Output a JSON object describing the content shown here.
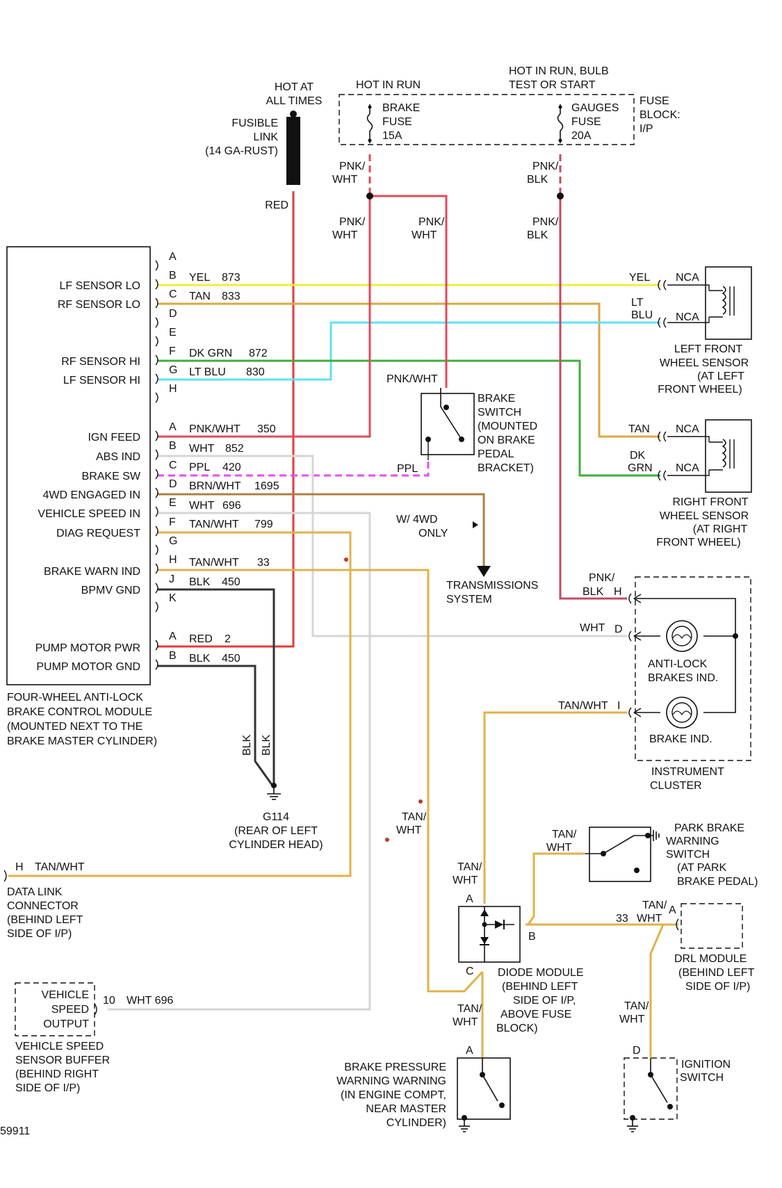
{
  "power": {
    "hot_at_all_times": [
      "HOT AT",
      "ALL TIMES"
    ],
    "fusible_link": [
      "FUSIBLE",
      "LINK",
      "(14 GA-RUST)"
    ],
    "red_label": "RED",
    "hot_in_run": "HOT IN RUN",
    "hot_in_run_bulb": [
      "HOT IN RUN, BULB",
      "TEST OR START"
    ],
    "brake_fuse": [
      "BRAKE",
      "FUSE",
      "15A"
    ],
    "gauges_fuse": [
      "GAUGES",
      "FUSE",
      "20A"
    ],
    "fuse_block": [
      "FUSE",
      "BLOCK:",
      "I/P"
    ],
    "pnk": "PNK/",
    "wht": "WHT",
    "blk": "BLK"
  },
  "ebcm": {
    "caption": [
      "FOUR-WHEEL ANTI-LOCK",
      "BRAKE CONTROL MODULE",
      "(MOUNTED NEXT TO THE",
      "BRAKE MASTER CYLINDER)"
    ],
    "functions": [
      "LF SENSOR LO",
      "RF SENSOR LO",
      "RF SENSOR HI",
      "LF SENSOR HI",
      "IGN FEED",
      "ABS IND",
      "BRAKE SW",
      "4WD ENGAGED IN",
      "VEHICLE SPEED IN",
      "DIAG REQUEST",
      "BRAKE WARN IND",
      "BPMV GND",
      "PUMP MOTOR PWR",
      "PUMP MOTOR GND"
    ],
    "pins": [
      "A",
      "B",
      "C",
      "D",
      "E",
      "F",
      "G",
      "H",
      "A",
      "B",
      "C",
      "D",
      "E",
      "F",
      "G",
      "H",
      "J",
      "K",
      "A",
      "B"
    ],
    "wires": [
      {
        "color": "YEL",
        "circuit": "873",
        "hex": "#f2ee3a"
      },
      {
        "color": "TAN",
        "circuit": "833",
        "hex": "#d9a743"
      },
      {
        "color": "DK GRN",
        "circuit": "872",
        "hex": "#3fae3a"
      },
      {
        "color": "LT BLU",
        "circuit": "830",
        "hex": "#5de2f0"
      },
      {
        "color": "PNK/WHT",
        "circuit": "350",
        "hex": "#e24a5a"
      },
      {
        "color": "WHT",
        "circuit": "852",
        "hex": "#d6d6d6"
      },
      {
        "color": "PPL",
        "circuit": "420",
        "hex": "#e34ef0"
      },
      {
        "color": "BRN/WHT",
        "circuit": "1695",
        "hex": "#b08040"
      },
      {
        "color": "WHT",
        "circuit": "696",
        "hex": "#d6d6d6"
      },
      {
        "color": "TAN/WHT",
        "circuit": "799",
        "hex": "#e0b24a"
      },
      {
        "color": "TAN/WHT",
        "circuit": "33",
        "hex": "#e0b24a"
      },
      {
        "color": "BLK",
        "circuit": "450",
        "hex": "#333333"
      },
      {
        "color": "RED",
        "circuit": "2",
        "hex": "#e53a3a"
      },
      {
        "color": "BLK",
        "circuit": "450",
        "hex": "#333333"
      }
    ]
  },
  "sensors": {
    "left_front": [
      "LEFT FRONT",
      "WHEEL SENSOR",
      "(AT LEFT",
      "FRONT WHEEL)"
    ],
    "right_front": [
      "RIGHT FRONT",
      "WHEEL SENSOR",
      "(AT RIGHT",
      "FRONT WHEEL)"
    ],
    "nca": "NCA",
    "yel": "YEL",
    "lt_blu": [
      "LT",
      "BLU"
    ],
    "tan": "TAN",
    "dk_grn": [
      "DK",
      "GRN"
    ]
  },
  "brake_switch": {
    "label": [
      "BRAKE",
      "SWITCH",
      "(MOUNTED",
      "ON BRAKE",
      "PEDAL",
      "BRACKET)"
    ],
    "top_wire": "PNK/WHT",
    "bottom_wire": "PPL"
  },
  "transmission": {
    "note": [
      "W/ 4WD",
      "ONLY"
    ],
    "label": [
      "TRANSMISSIONS",
      "SYSTEM"
    ]
  },
  "cluster": {
    "label": [
      "INSTRUMENT",
      "CLUSTER"
    ],
    "abs_ind": [
      "ANTI-LOCK",
      "BRAKES IND."
    ],
    "brake_ind": "BRAKE IND.",
    "pin_h": "H",
    "pin_d": "D",
    "pin_i": "I",
    "pnk_blk": [
      "PNK/",
      "BLK"
    ],
    "wht": "WHT",
    "tan_wht": "TAN/WHT"
  },
  "ground": {
    "name": "G114",
    "location": [
      "(REAR OF LEFT",
      "CYLINDER HEAD)"
    ],
    "blk": "BLK"
  },
  "dlc": {
    "pin": "H",
    "wire": "TAN/WHT",
    "label": [
      "DATA LINK",
      "CONNECTOR",
      "(BEHIND LEFT",
      "SIDE OF I/P)"
    ]
  },
  "vssb": {
    "box": [
      "VEHICLE",
      "SPEED",
      "OUTPUT"
    ],
    "pin": "10",
    "wire": "WHT  696",
    "label": [
      "VEHICLE SPEED",
      "SENSOR BUFFER",
      "(BEHIND RIGHT",
      "SIDE OF I/P)"
    ]
  },
  "diode_module": {
    "label": [
      "DIODE MODULE",
      "(BEHIND LEFT",
      "SIDE OF I/P,",
      "ABOVE FUSE",
      "BLOCK)"
    ],
    "pin_a": "A",
    "pin_b": "B",
    "pin_c": "C",
    "tan": "TAN/",
    "wht": "WHT"
  },
  "park_brake": {
    "label": [
      "PARK BRAKE",
      "WARNING",
      "SWITCH",
      "(AT PARK",
      "BRAKE PEDAL)"
    ],
    "tan": "TAN/",
    "wht": "WHT"
  },
  "drl": {
    "label": [
      "DRL MODULE",
      "(BEHIND LEFT",
      "SIDE OF I/P)"
    ],
    "circuit": "33",
    "wire": "WHT",
    "tan": "TAN/",
    "pin": "A"
  },
  "brake_pressure": {
    "label": [
      "BRAKE PRESSURE",
      "WARNING WARNING",
      "(IN ENGINE COMPT,",
      "NEAR MASTER",
      "CYLINDER)"
    ],
    "pin": "A",
    "tan": "TAN/",
    "wht": "WHT"
  },
  "ignition": {
    "label": [
      "IGNITION",
      "SWITCH"
    ],
    "pin": "D",
    "tan": "TAN/",
    "wht": "WHT"
  },
  "misc": {
    "tan_mid": "TAN/",
    "wht_mid": "WHT",
    "figure_id": "59911"
  }
}
